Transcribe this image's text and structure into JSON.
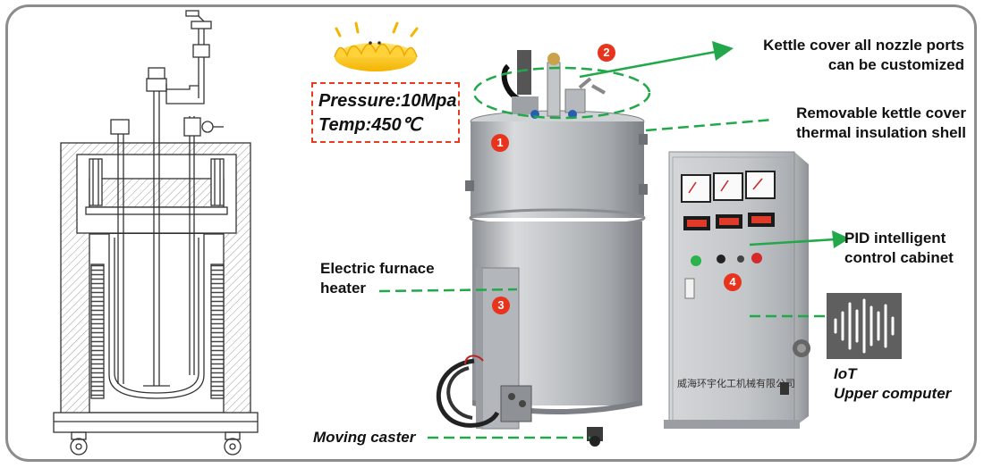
{
  "specs": {
    "pressure": "Pressure:10Mpa",
    "temperature": "Temp:450℃"
  },
  "callouts": {
    "kettle_cover_line1": "Kettle cover all nozzle ports",
    "kettle_cover_line2": "can be customized",
    "removable_line1": "Removable kettle cover",
    "removable_line2": "thermal insulation shell",
    "pid_line1": "PID intelligent",
    "pid_line2": "control cabinet",
    "heater_line1": "Electric furnace",
    "heater_line2": "heater",
    "caster": "Moving caster",
    "iot_line1": "IoT",
    "iot_line2": "Upper computer"
  },
  "badges": [
    "1",
    "2",
    "3",
    "4"
  ],
  "cabinet_maker_text": "威海环宇化工机械有限公司",
  "colors": {
    "callout_green": "#22a84a",
    "badge_red": "#e8331d",
    "spec_border": "#e53b1e",
    "steel": "#b9bcc0",
    "frame": "#8c8c8c"
  },
  "icons": [
    "sun-icon",
    "soundwave-icon"
  ]
}
